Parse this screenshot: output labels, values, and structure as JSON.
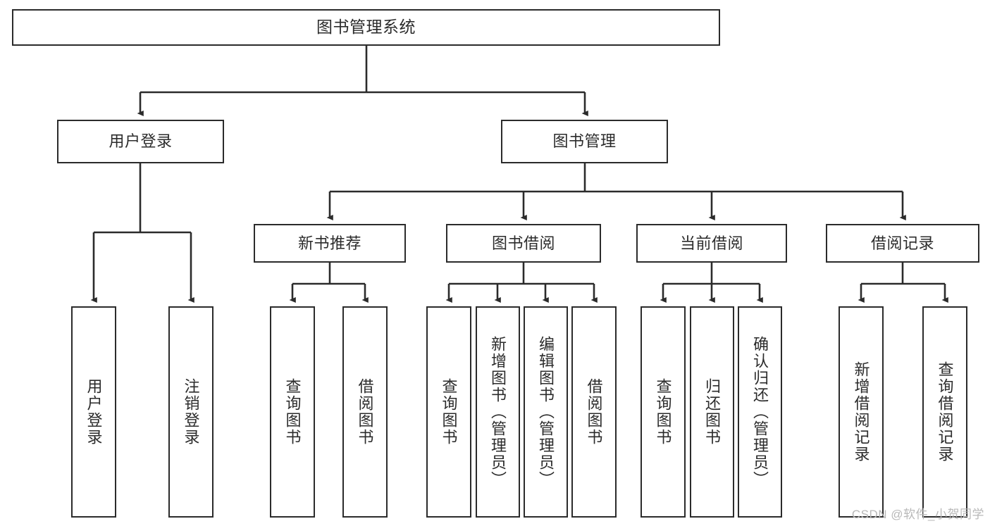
{
  "diagram": {
    "title": "图书管理系统",
    "type": "tree-hierarchy-chart",
    "root": {
      "id": "root",
      "label": "图书管理系统",
      "orientation": "horizontal"
    },
    "level2": [
      {
        "id": "user-login",
        "label": "用户登录",
        "orientation": "horizontal"
      },
      {
        "id": "book-management",
        "label": "图书管理",
        "orientation": "horizontal"
      }
    ],
    "level3": [
      {
        "id": "new-book-recommend",
        "label": "新书推荐",
        "orientation": "horizontal",
        "parent": "book-management"
      },
      {
        "id": "book-borrow",
        "label": "图书借阅",
        "orientation": "horizontal",
        "parent": "book-management"
      },
      {
        "id": "current-borrow",
        "label": "当前借阅",
        "orientation": "horizontal",
        "parent": "book-management"
      },
      {
        "id": "borrow-record",
        "label": "借阅记录",
        "orientation": "horizontal",
        "parent": "book-management"
      }
    ],
    "leaves": [
      {
        "id": "leaf-user-login",
        "label": "用户登录",
        "parent": "user-login"
      },
      {
        "id": "leaf-logout-login",
        "label": "注销登录",
        "parent": "user-login"
      },
      {
        "id": "leaf-query-book-recommend",
        "label": "查询图书",
        "parent": "new-book-recommend"
      },
      {
        "id": "leaf-borrow-book-recommend",
        "label": "借阅图书",
        "parent": "new-book-recommend"
      },
      {
        "id": "leaf-query-book-borrow",
        "label": "查询图书",
        "parent": "book-borrow"
      },
      {
        "id": "leaf-add-book-admin",
        "label": "新增图书（管理员）",
        "parent": "book-borrow"
      },
      {
        "id": "leaf-edit-book-admin",
        "label": "编辑图书（管理员）",
        "parent": "book-borrow"
      },
      {
        "id": "leaf-borrow-book",
        "label": "借阅图书",
        "parent": "book-borrow"
      },
      {
        "id": "leaf-query-book-current",
        "label": "查询图书",
        "parent": "current-borrow"
      },
      {
        "id": "leaf-return-book",
        "label": "归还图书",
        "parent": "current-borrow"
      },
      {
        "id": "leaf-confirm-return-admin",
        "label": "确认归还（管理员）",
        "parent": "current-borrow"
      },
      {
        "id": "leaf-add-borrow-record",
        "label": "新增借阅记录",
        "parent": "borrow-record"
      },
      {
        "id": "leaf-query-borrow-record",
        "label": "查询借阅记录",
        "parent": "borrow-record"
      }
    ],
    "colors": {
      "stroke": "#2b2b2b",
      "fill": "#ffffff",
      "text": "#2b2b2b",
      "watermark": "#b8b8b8"
    }
  },
  "watermark": {
    "text": "CSDN @软件_小贺同学"
  }
}
